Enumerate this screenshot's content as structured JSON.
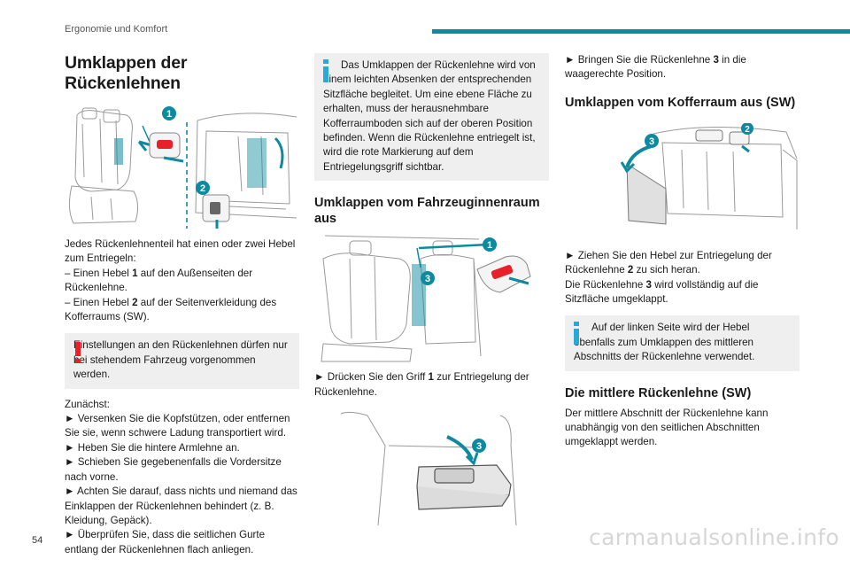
{
  "header": {
    "section": "Ergonomie und Komfort",
    "page_number": "54"
  },
  "watermark": "carmanualsonline.info",
  "col1": {
    "title": "Umklappen der Rückenlehnen",
    "callouts": [
      "1",
      "2"
    ],
    "intro": "Jedes Rückenlehnenteil hat einen oder zwei Hebel zum Entriegeln:",
    "item1_pre": "–  Einen Hebel ",
    "item1_num": "1",
    "item1_post": " auf den Außenseiten der Rückenlehne.",
    "item2_pre": "–  Einen Hebel ",
    "item2_num": "2",
    "item2_post": " auf der Seitenverkleidung des Kofferraums (SW).",
    "warning": "Einstellungen an den Rückenlehnen dürfen nur bei stehendem Fahrzeug vorgenommen werden.",
    "first_label": "Zunächst:",
    "steps": [
      "►  Versenken Sie die Kopfstützen, oder entfernen Sie sie, wenn schwere Ladung transportiert wird.",
      "►  Heben Sie die hintere Armlehne an.",
      "►  Schieben Sie gegebenenfalls die Vordersitze nach vorne.",
      "►  Achten Sie darauf, dass nichts und niemand das Einklappen der Rückenlehnen behindert (z. B. Kleidung, Gepäck).",
      "►  Überprüfen Sie, dass die seitlichen Gurte entlang der Rückenlehnen flach anliegen."
    ]
  },
  "col2": {
    "info": "Das Umklappen der Rückenlehne wird von einem leichten Absenken der entsprechenden Sitzfläche begleitet. Um eine ebene Fläche zu erhalten, muss der herausnehmbare Kofferraumboden sich auf der oberen Position befinden. Wenn die Rückenlehne entriegelt ist, wird die rote Markierung auf dem Entriegelungsgriff sichtbar.",
    "heading": "Umklappen vom Fahrzeuginnenraum aus",
    "callouts": [
      "1",
      "3",
      "3"
    ],
    "step_pre": "►  Drücken Sie den Griff ",
    "step_num": "1",
    "step_post": " zur Entriegelung der Rückenlehne."
  },
  "col3": {
    "step1_pre": "►  Bringen Sie die Rückenlehne ",
    "step1_num": "3",
    "step1_post": " in die waagerechte Position.",
    "heading1": "Umklappen vom Kofferraum aus (SW)",
    "callouts": [
      "3",
      "2"
    ],
    "step2_pre": "►  Ziehen Sie den Hebel zur Entriegelung der Rückenlehne ",
    "step2_num": "2",
    "step2_post": " zu sich heran.",
    "line2_pre": "Die Rückenlehne ",
    "line2_num": "3",
    "line2_post": " wird vollständig auf die Sitzfläche umgeklappt.",
    "info": "Auf der linken Seite wird der Hebel ebenfalls zum Umklappen des mittleren Abschnitts der Rückenlehne verwendet.",
    "heading2": "Die mittlere Rückenlehne (SW)",
    "para": "Der mittlere Abschnitt der Rückenlehne kann unabhängig von den seitlichen Abschnitten umgeklappt werden."
  },
  "colors": {
    "accent": "#0d8aa0",
    "warning": "#e8202a",
    "info": "#2aa8d8",
    "note_bg": "#efefef"
  }
}
